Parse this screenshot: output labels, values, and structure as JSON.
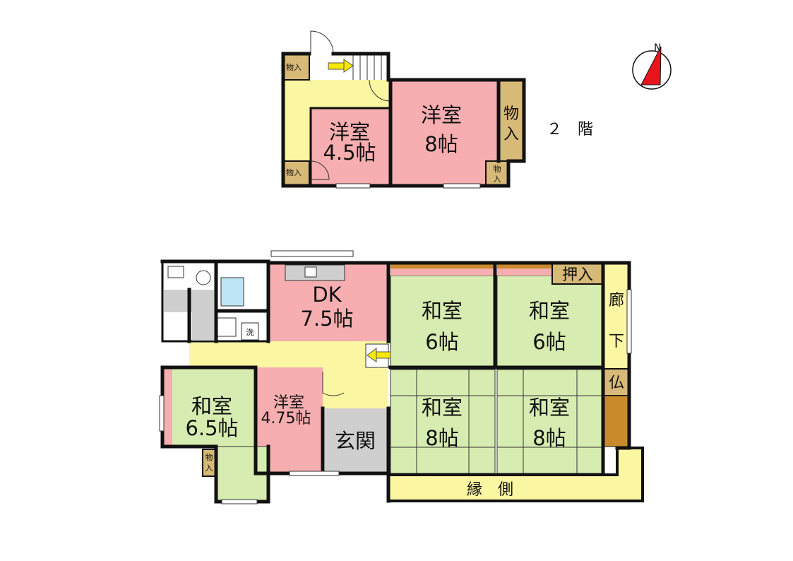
{
  "floor2": {
    "label": "２　階",
    "rooms": {
      "yoshitsu_45": [
        "洋室",
        "4.5帖"
      ],
      "yoshitsu_8": [
        "洋室",
        "8帖"
      ],
      "closet_right": "物入",
      "closet_top": "物入",
      "closet_bottom": "物入",
      "closet_small": "物入"
    }
  },
  "floor1": {
    "rooms": {
      "dk": [
        "DK",
        "7.5帖"
      ],
      "washitsu_6a": [
        "和室",
        "6帖"
      ],
      "washitsu_6b": [
        "和室",
        "6帖"
      ],
      "washitsu_8a": [
        "和室",
        "8帖"
      ],
      "washitsu_8b": [
        "和室",
        "8帖"
      ],
      "washitsu_65": [
        "和室",
        "6.5帖"
      ],
      "yoshitsu_475": [
        "洋室",
        "4.75帖"
      ],
      "genkan": "玄関",
      "oshiire": "押入",
      "roka": [
        "廊",
        "下"
      ],
      "butsu": "仏",
      "engawa": "縁　側",
      "closet_small": "物入",
      "laundry": "洗"
    }
  },
  "colors": {
    "wall": "#111111",
    "yoshitsu": "#f6aeb0",
    "washitsu": "#d7ecb0",
    "hallway": "#fbf6a2",
    "storage": "#d7b978",
    "genkan": "#cfcfcf",
    "wood": "#c98a2c",
    "arrow": "#f6e800",
    "compass": "#e8141e"
  }
}
